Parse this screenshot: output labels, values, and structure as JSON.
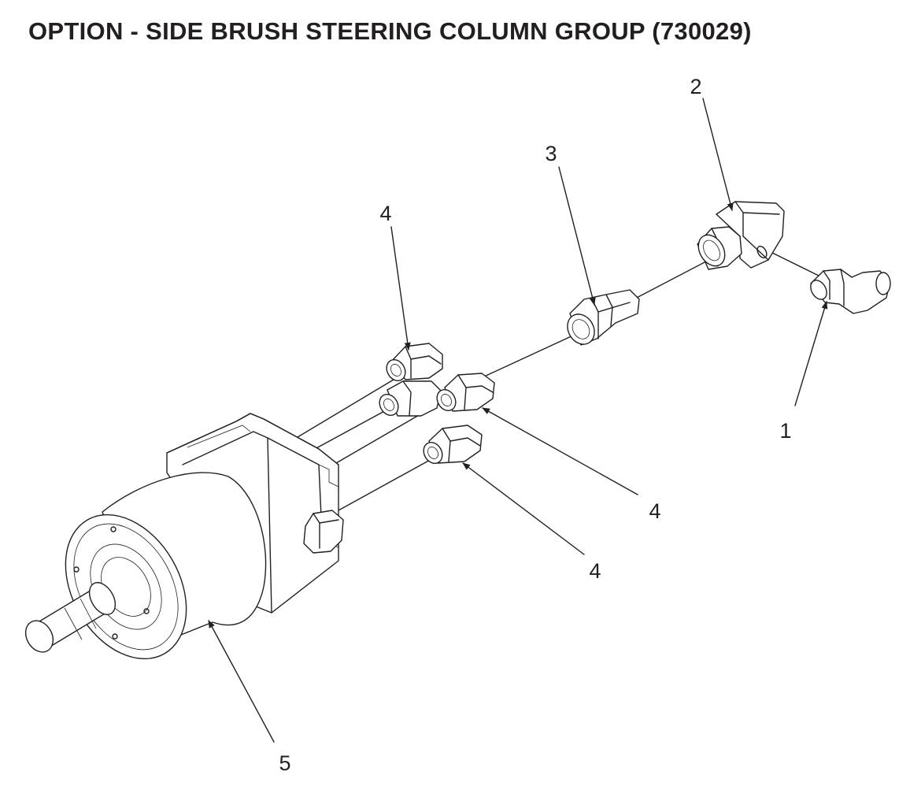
{
  "title": "OPTION - SIDE BRUSH STEERING COLUMN GROUP (730029)",
  "callouts": [
    {
      "id": "callout-1",
      "label": "1"
    },
    {
      "id": "callout-2",
      "label": "2"
    },
    {
      "id": "callout-3",
      "label": "3"
    },
    {
      "id": "callout-4-top",
      "label": "4"
    },
    {
      "id": "callout-4-middle",
      "label": "4"
    },
    {
      "id": "callout-4-bottom",
      "label": "4"
    },
    {
      "id": "callout-5",
      "label": "5"
    }
  ],
  "colors": {
    "ink": "#231f20",
    "background": "#ffffff"
  }
}
